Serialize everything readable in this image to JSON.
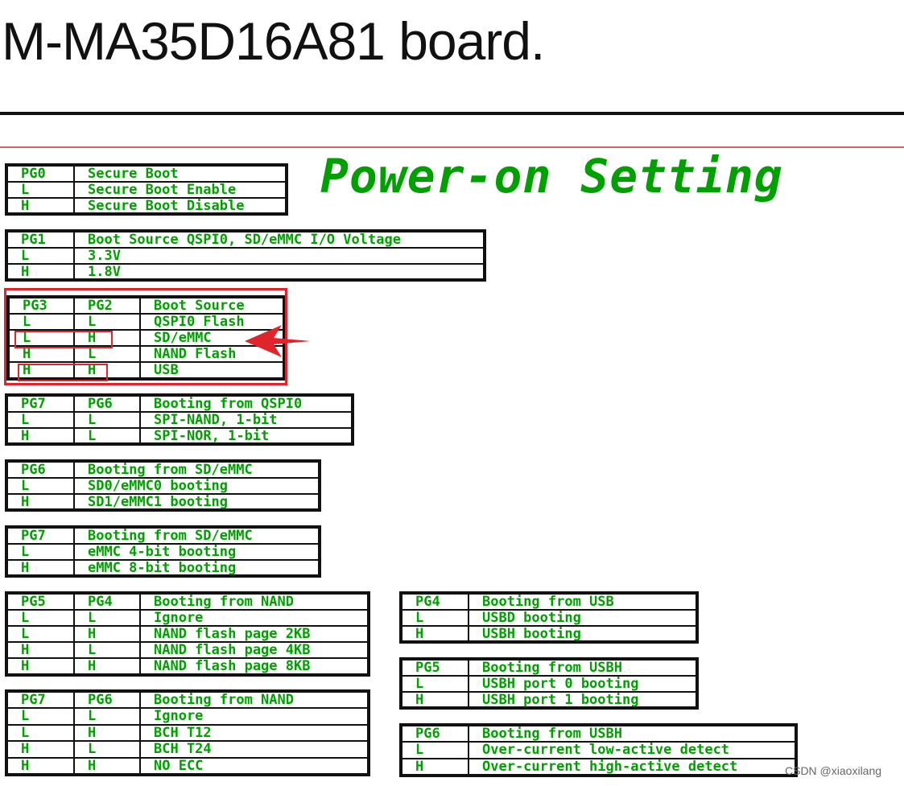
{
  "heading": "M-MA35D16A81 board.",
  "section_title": "Power-on Setting",
  "watermark": "CSDN @xiaoxilang",
  "colors": {
    "text_green": "#00a000",
    "border": "#111111",
    "highlight_red": "#e0242c",
    "rule_red": "#e06060"
  },
  "highlight_arrow_icon": "red-arrow-left",
  "tables": {
    "secure_boot": {
      "rows": [
        [
          "PG0",
          "Secure Boot"
        ],
        [
          "L",
          "Secure Boot Enable"
        ],
        [
          "H",
          "Secure Boot Disable"
        ]
      ]
    },
    "boot_voltage": {
      "rows": [
        [
          "PG1",
          "Boot Source QSPI0, SD/eMMC I/O Voltage"
        ],
        [
          "L",
          "3.3V"
        ],
        [
          "H",
          "1.8V"
        ]
      ]
    },
    "boot_source": {
      "rows": [
        [
          "PG3",
          "PG2",
          "Boot Source"
        ],
        [
          "L",
          "L",
          "QSPI0 Flash"
        ],
        [
          "L",
          "H",
          "SD/eMMC"
        ],
        [
          "H",
          "L",
          "NAND Flash"
        ],
        [
          "H",
          "H",
          "USB"
        ]
      ]
    },
    "qspi_boot": {
      "rows": [
        [
          "PG7",
          "PG6",
          "Booting from QSPI0"
        ],
        [
          "L",
          "L",
          "SPI-NAND, 1-bit"
        ],
        [
          "H",
          "L",
          "SPI-NOR, 1-bit"
        ]
      ]
    },
    "sd_port": {
      "rows": [
        [
          "PG6",
          "Booting from SD/eMMC"
        ],
        [
          "L",
          "SD0/eMMC0 booting"
        ],
        [
          "H",
          "SD1/eMMC1 booting"
        ]
      ]
    },
    "emmc_width": {
      "rows": [
        [
          "PG7",
          "Booting from SD/eMMC"
        ],
        [
          "L",
          "eMMC 4-bit booting"
        ],
        [
          "H",
          "eMMC 8-bit booting"
        ]
      ]
    },
    "nand_page": {
      "rows": [
        [
          "PG5",
          "PG4",
          "Booting from NAND"
        ],
        [
          "L",
          "L",
          "Ignore"
        ],
        [
          "L",
          "H",
          "NAND flash page 2KB"
        ],
        [
          "H",
          "L",
          "NAND flash page 4KB"
        ],
        [
          "H",
          "H",
          "NAND flash page 8KB"
        ]
      ]
    },
    "nand_ecc": {
      "rows": [
        [
          "PG7",
          "PG6",
          "Booting from NAND"
        ],
        [
          "L",
          "L",
          "Ignore"
        ],
        [
          "L",
          "H",
          "BCH T12"
        ],
        [
          "H",
          "L",
          "BCH T24"
        ],
        [
          "H",
          "H",
          "NO ECC"
        ]
      ]
    },
    "usb_mode": {
      "rows": [
        [
          "PG4",
          "Booting from USB"
        ],
        [
          "L",
          "USBD booting"
        ],
        [
          "H",
          "USBH booting"
        ]
      ]
    },
    "usbh_port": {
      "rows": [
        [
          "PG5",
          "Booting from USBH"
        ],
        [
          "L",
          "USBH port 0 booting"
        ],
        [
          "H",
          "USBH port 1 booting"
        ]
      ]
    },
    "usbh_oc": {
      "rows": [
        [
          "PG6",
          "Booting from USBH"
        ],
        [
          "L",
          "Over-current low-active detect"
        ],
        [
          "H",
          "Over-current high-active detect"
        ]
      ]
    }
  }
}
